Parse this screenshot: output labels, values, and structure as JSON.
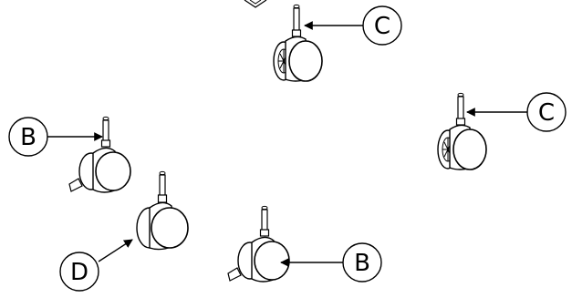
{
  "diagram": {
    "callouts": [
      {
        "id": "c1",
        "label": "C"
      },
      {
        "id": "c2",
        "label": "C"
      },
      {
        "id": "b1",
        "label": "B"
      },
      {
        "id": "b2",
        "label": "B"
      },
      {
        "id": "d1",
        "label": "D"
      }
    ],
    "parts": [
      {
        "id": "caster-c1",
        "type": "twin-wheel caster (spoked)"
      },
      {
        "id": "caster-c2",
        "type": "twin-wheel caster (spoked)"
      },
      {
        "id": "caster-b1",
        "type": "twin-wheel caster with brake"
      },
      {
        "id": "caster-b2",
        "type": "twin-wheel caster with brake"
      },
      {
        "id": "caster-d1",
        "type": "twin-wheel caster"
      }
    ]
  }
}
